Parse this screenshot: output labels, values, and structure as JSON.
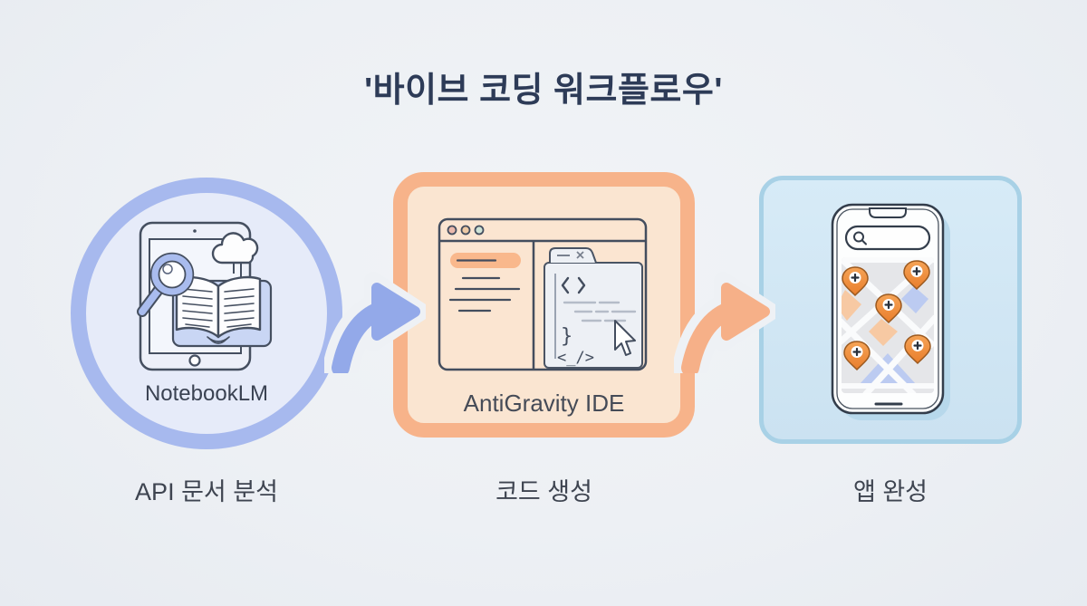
{
  "title": "'바이브 코딩 워크플로우'",
  "stages": [
    {
      "id": "notebooklm",
      "tool_label": "NotebookLM",
      "step_label": "API 문서 분석",
      "icon": "tablet-research-icon",
      "accent_color": "#a7b9ee",
      "fill_color": "#e6ebf9"
    },
    {
      "id": "antigravity-ide",
      "tool_label": "AntiGravity IDE",
      "step_label": "코드 생성",
      "icon": "ide-window-icon",
      "accent_color": "#f7b38a",
      "fill_color": "#fae5d1",
      "code_glyphs": {
        "open_tag": "< >",
        "brace": "}",
        "close_tag": "<_/>"
      }
    },
    {
      "id": "finished-app",
      "step_label": "앱 완성",
      "icon": "phone-map-icon",
      "accent_color": "#a8d1e6",
      "fill_color": "#d2e7f4",
      "map_pin_count": 5
    }
  ],
  "arrows": [
    {
      "from": "notebooklm",
      "to": "antigravity-ide",
      "color": "#93a9e9"
    },
    {
      "from": "antigravity-ide",
      "to": "finished-app",
      "color": "#f6b088"
    }
  ],
  "colors": {
    "background": "#edf0f4",
    "title_text": "#2d3b57",
    "label_text": "#3e4450",
    "line_art": "#454f60"
  }
}
